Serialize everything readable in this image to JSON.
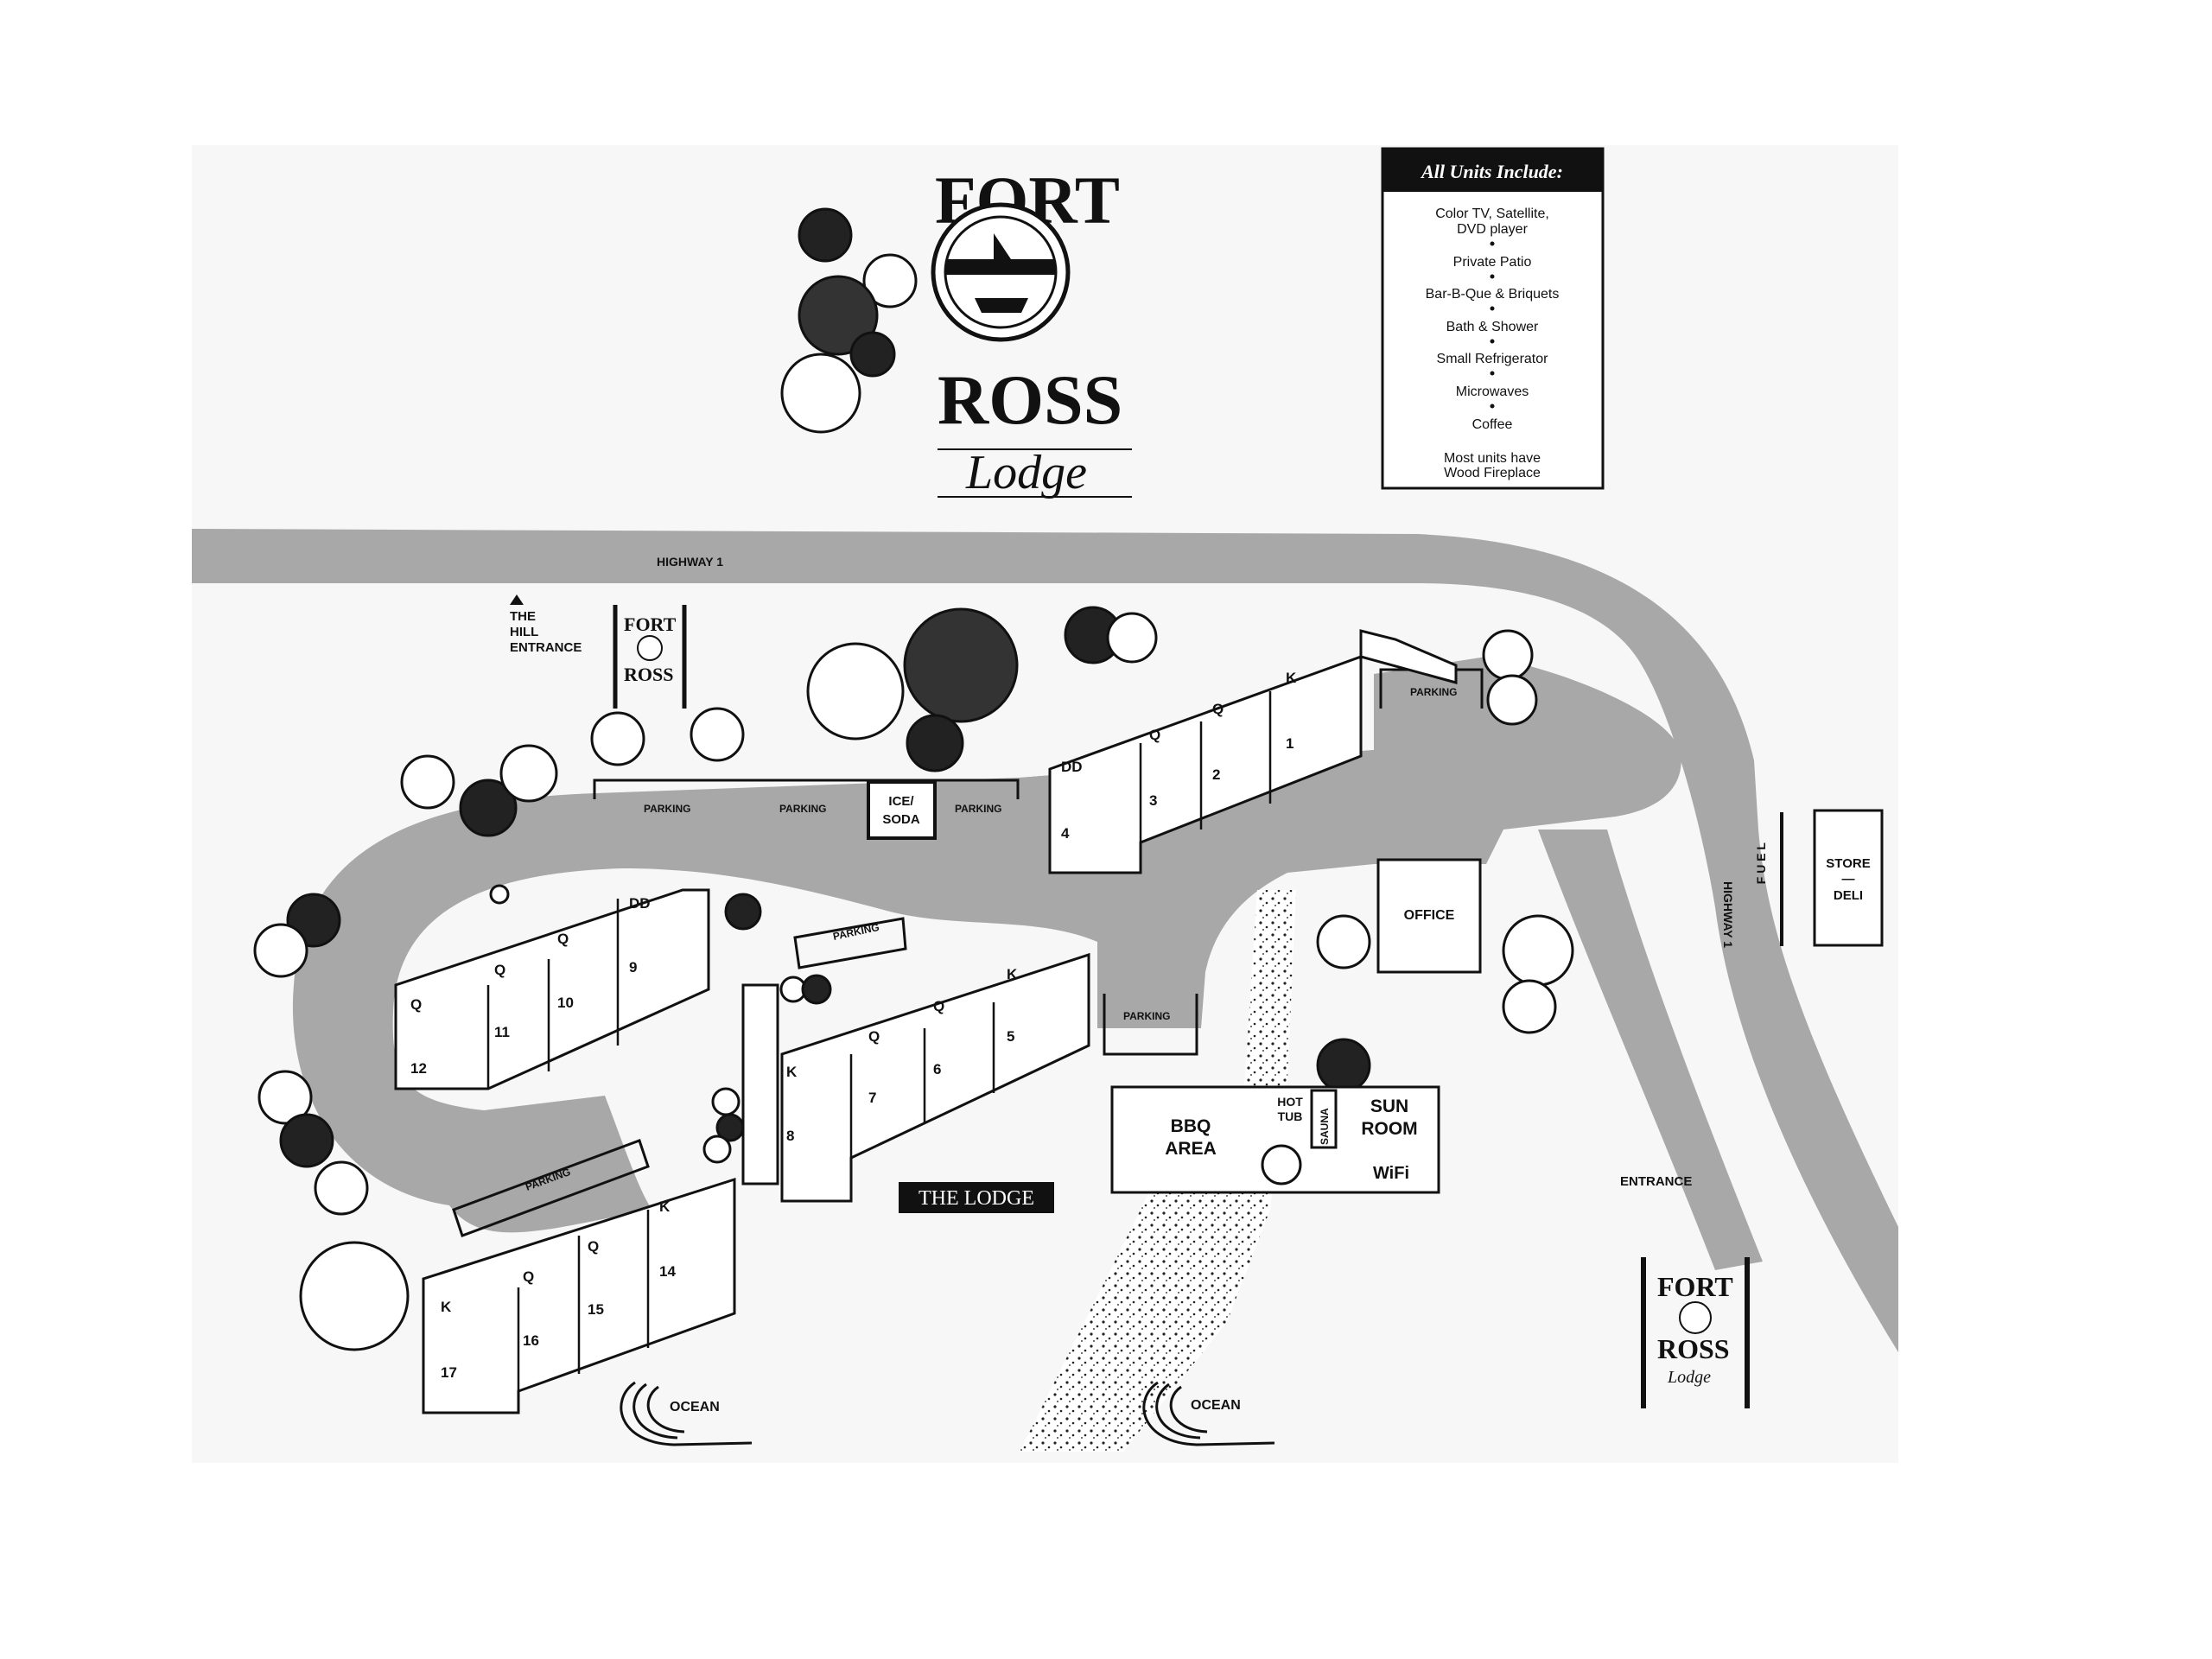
{
  "logo": {
    "line1": "FORT",
    "line2": "ROSS",
    "script": "Lodge"
  },
  "amenities_box": {
    "title": "All Units Include:",
    "items": [
      "Color TV, Satellite,",
      "DVD player",
      "Private Patio",
      "Bar-B-Que & Briquets",
      "Bath & Shower",
      "Small Refrigerator",
      "Microwaves",
      "Coffee",
      "Most units have",
      "Wood Fireplace"
    ]
  },
  "labels": {
    "highway_top": "HIGHWAY 1",
    "highway_side": "HIGHWAY 1",
    "hill_entrance_1": "THE",
    "hill_entrance_2": "HILL",
    "hill_entrance_3": "ENTRANCE",
    "parking": "PARKING",
    "ice_soda_1": "ICE/",
    "ice_soda_2": "SODA",
    "office": "OFFICE",
    "fuel": "F U E L",
    "store": "STORE",
    "deli": "DELI",
    "dash": "—",
    "bbq_1": "BBQ",
    "bbq_2": "AREA",
    "hot_tub_1": "HOT",
    "hot_tub_2": "TUB",
    "sauna": "SAUNA",
    "sun_room_1": "SUN",
    "sun_room_2": "ROOM",
    "wifi": "WiFi",
    "the_lodge": "THE LODGE",
    "entrance": "ENTRANCE",
    "ocean": "OCEAN"
  },
  "units": [
    {
      "num": "1",
      "type": "K"
    },
    {
      "num": "2",
      "type": "Q"
    },
    {
      "num": "3",
      "type": "Q"
    },
    {
      "num": "4",
      "type": "DD"
    },
    {
      "num": "5",
      "type": "K"
    },
    {
      "num": "6",
      "type": "Q"
    },
    {
      "num": "7",
      "type": "Q"
    },
    {
      "num": "8",
      "type": "K"
    },
    {
      "num": "9",
      "type": "DD"
    },
    {
      "num": "10",
      "type": "Q"
    },
    {
      "num": "11",
      "type": "Q"
    },
    {
      "num": "12",
      "type": "Q"
    },
    {
      "num": "14",
      "type": "K"
    },
    {
      "num": "15",
      "type": "Q"
    },
    {
      "num": "16",
      "type": "Q"
    },
    {
      "num": "17",
      "type": "K"
    }
  ],
  "colors": {
    "road": "#a8a8a8",
    "background": "#ffffff",
    "ink": "#111111"
  }
}
